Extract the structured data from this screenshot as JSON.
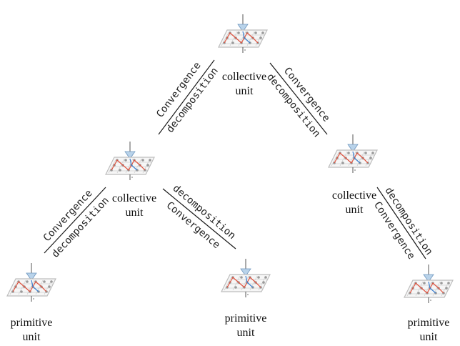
{
  "nodes": {
    "root": {
      "line1": "collective",
      "line2": "unit"
    },
    "left_mid": {
      "line1": "collective",
      "line2": "unit"
    },
    "right_mid": {
      "line1": "collective",
      "line2": "unit"
    },
    "leaf_left": {
      "line1": "primitive",
      "line2": "unit"
    },
    "leaf_center": {
      "line1": "primitive",
      "line2": "unit"
    },
    "leaf_right": {
      "line1": "primitive",
      "line2": "unit"
    }
  },
  "edges": {
    "convergence": "Convergence",
    "decomposition": "decomposition"
  },
  "icon": {
    "name": "network-plane-icon",
    "colors": {
      "plane_stroke": "#b8b8b8",
      "plane_fill": "#f4f4f4",
      "node": "#a9a9a9",
      "red_path": "#e0503c",
      "blue_path": "#3c7fd0",
      "arrow": "#8fb3d6"
    }
  }
}
